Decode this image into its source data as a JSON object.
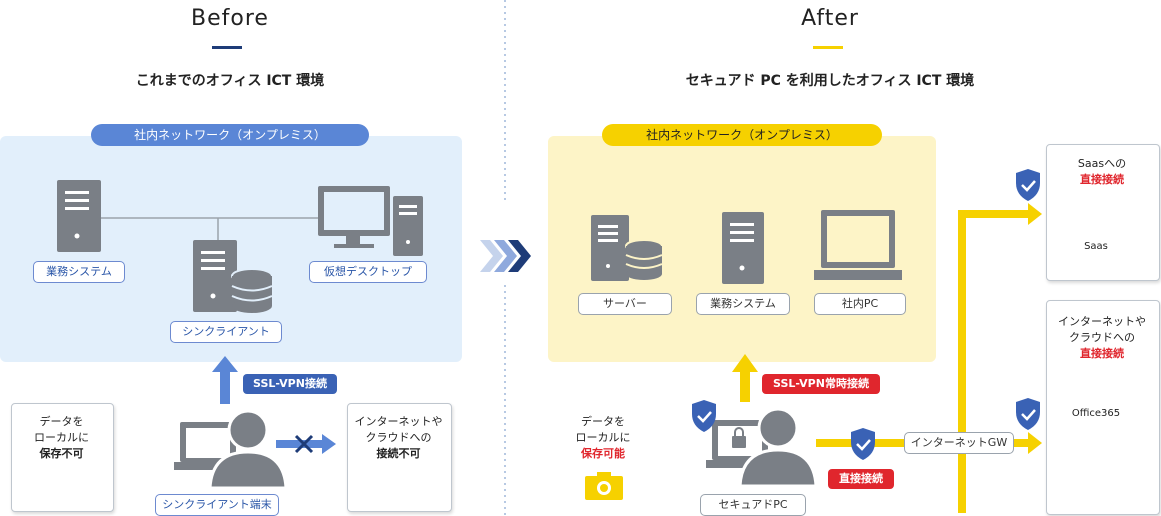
{
  "before": {
    "title": "Before",
    "subtitle": "これまでのオフィス ICT 環境",
    "network_label": "社内ネットワーク（オンプレミス）",
    "business_system": "業務システム",
    "virtual_desktop": "仮想デスクトップ",
    "thin_client": "シンクライアント",
    "ssl_vpn": "SSL-VPN接続",
    "thin_client_terminal": "シンクライアント端末",
    "local_data": [
      "データを",
      "ローカルに",
      "保存不可"
    ],
    "internet_box": [
      "インターネットや",
      "クラウドへの",
      "接続不可"
    ]
  },
  "after": {
    "title": "After",
    "subtitle": "セキュアド PC を利用したオフィス ICT 環境",
    "network_label": "社内ネットワーク（オンプレミス）",
    "server": "サーバー",
    "business_system": "業務システム",
    "office_pc": "社内PC",
    "ssl_vpn": "SSL-VPN常時接続",
    "secured_pc": "セキュアドPC",
    "direct_connect": "直接接続",
    "internet_gw": "インターネットGW",
    "local_data": [
      "データを",
      "ローカルに",
      "保存可能"
    ],
    "saas_box": [
      "Saasへの",
      "直接接続"
    ],
    "saas_cloud": "Saas",
    "internet_box": [
      "インターネットや",
      "クラウドへの",
      "直接接続"
    ],
    "office365": "Office365"
  },
  "colors": {
    "before_accent": "#1e3c78",
    "after_accent": "#f6d100",
    "blue": "#5a86d6",
    "yellow": "#f6d100",
    "red": "#e0262d",
    "gray_icon": "#7a7f86"
  }
}
